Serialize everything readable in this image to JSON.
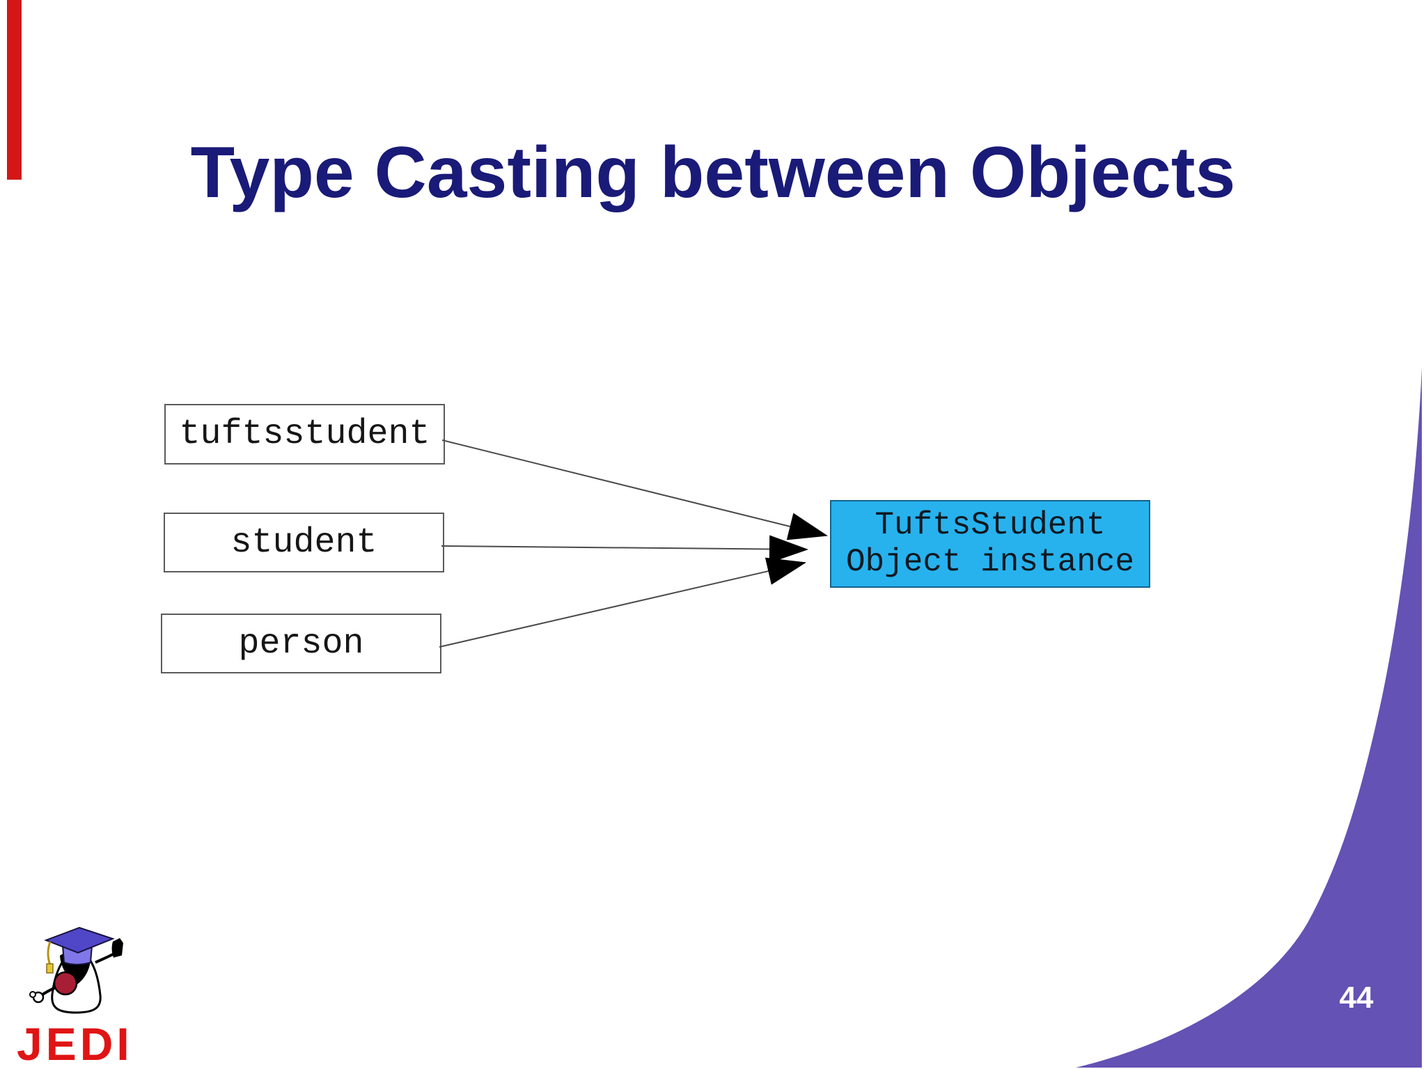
{
  "slide": {
    "title": "Type Casting between Objects",
    "page_number": "44"
  },
  "diagram": {
    "reference_boxes": [
      {
        "label": "tuftsstudent"
      },
      {
        "label": "student"
      },
      {
        "label": "person"
      }
    ],
    "target_box": {
      "line1": "TuftsStudent",
      "line2": "Object instance"
    }
  },
  "logo": {
    "text": "JEDI"
  },
  "icons": {
    "mascot": "duke-graduate-mascot-icon",
    "arrows": "right-arrowhead-icon"
  },
  "colors": {
    "title_navy": "#1a1a78",
    "box_border_gray": "#5a5a5a",
    "target_cyan_fill": "#27b2ee",
    "target_cyan_border": "#12628e",
    "swoosh_purple": "#6452b4",
    "red_bar": "#d31717",
    "logo_red": "#e01414",
    "arrow_black": "#000000",
    "connector_gray": "#4a4a4a"
  }
}
